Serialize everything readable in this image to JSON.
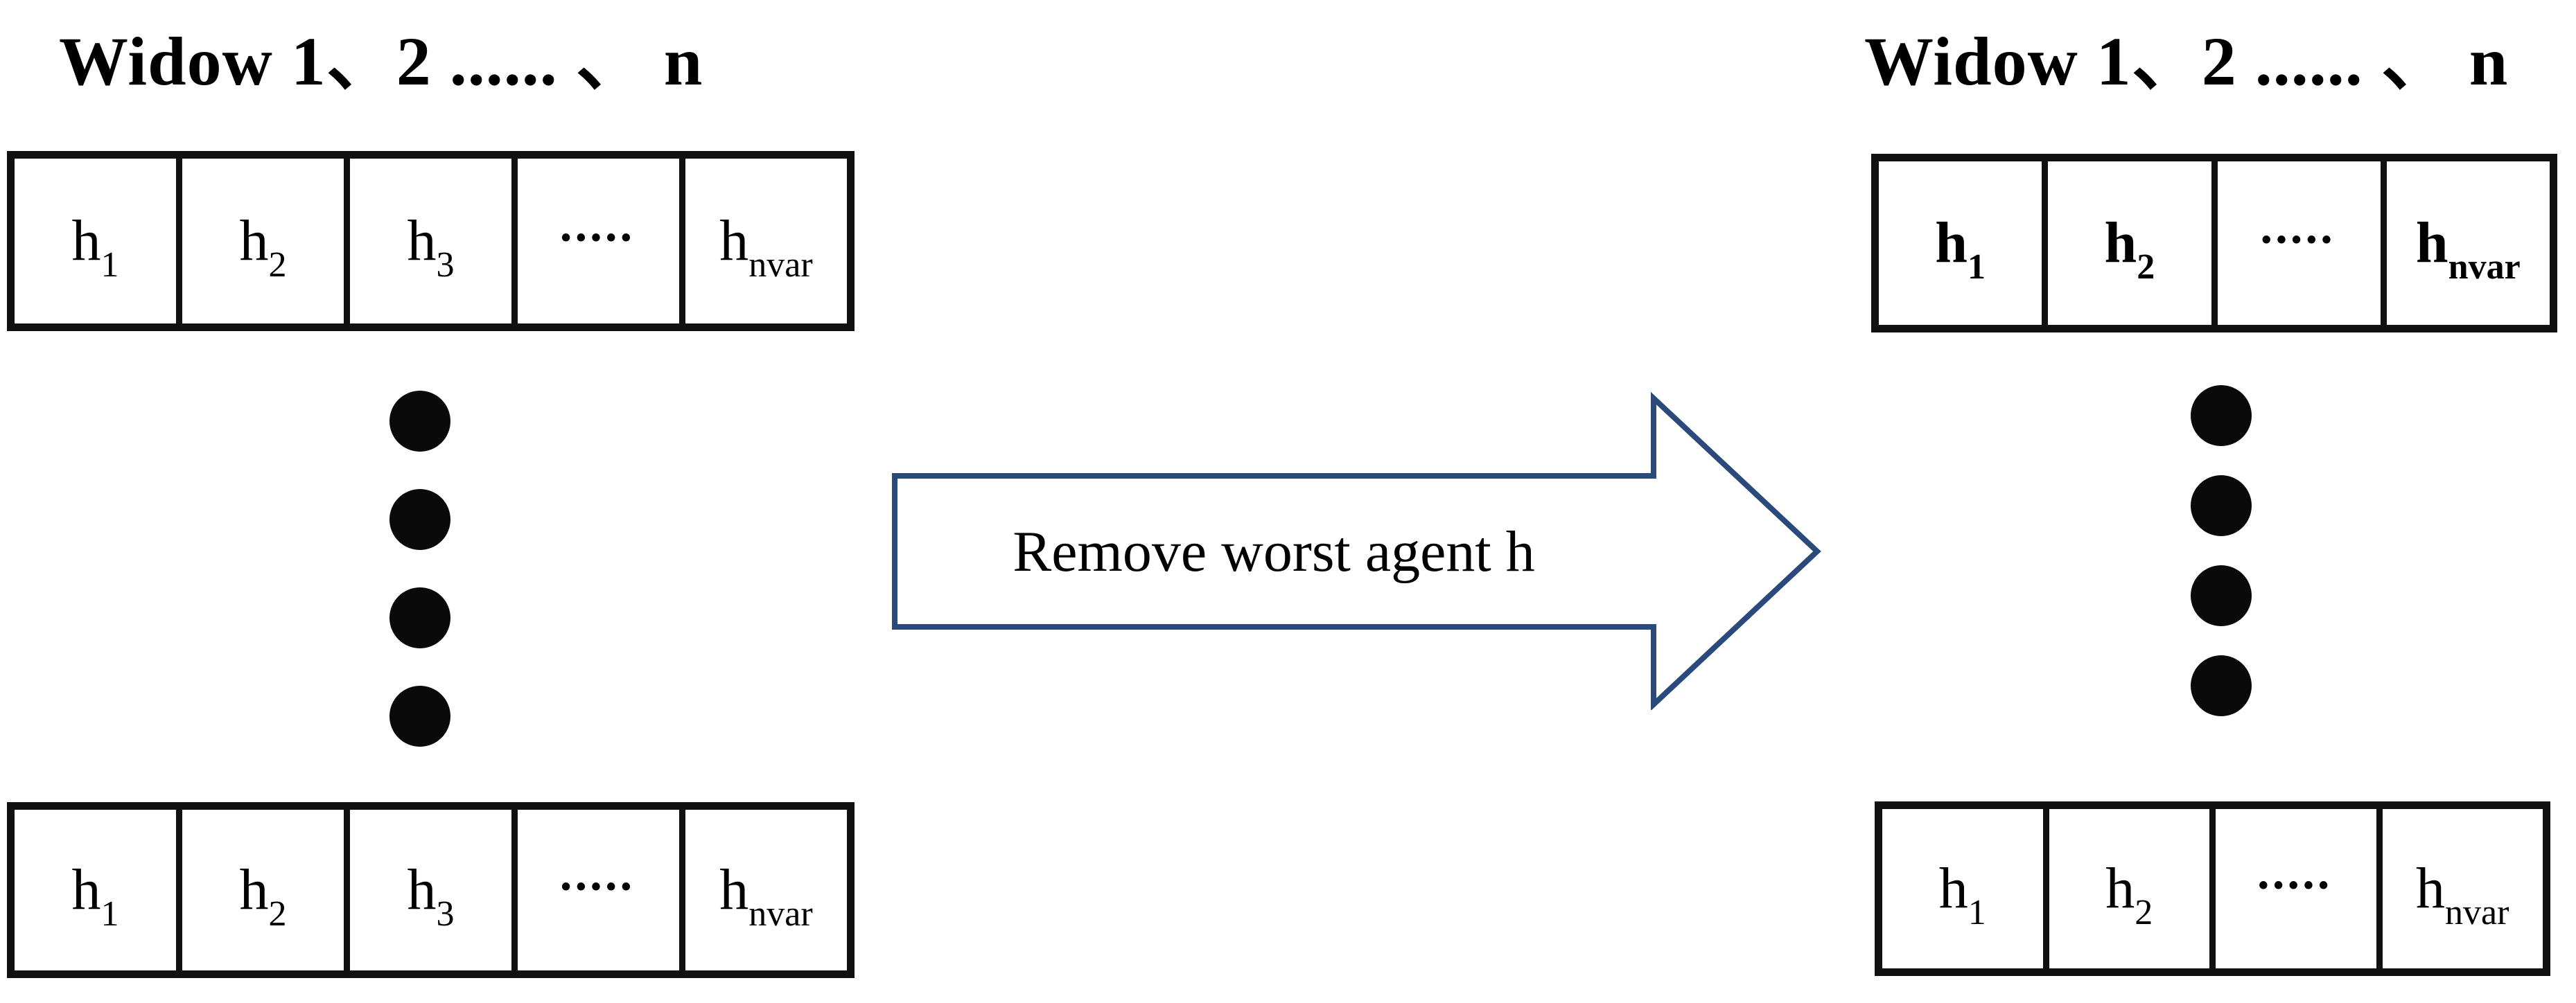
{
  "left": {
    "title": "Widow 1、2 ...... 、 n",
    "top_row": {
      "c1": {
        "base": "h",
        "sub": "1"
      },
      "c2": {
        "base": "h",
        "sub": "2"
      },
      "c3": {
        "base": "h",
        "sub": "3"
      },
      "c4": {
        "dots": "•••••"
      },
      "c5": {
        "base": "h",
        "sub": "nvar"
      }
    },
    "bottom_row": {
      "c1": {
        "base": "h",
        "sub": "1"
      },
      "c2": {
        "base": "h",
        "sub": "2"
      },
      "c3": {
        "base": "h",
        "sub": "3"
      },
      "c4": {
        "dots": "•••••"
      },
      "c5": {
        "base": "h",
        "sub": "nvar"
      }
    }
  },
  "arrow": {
    "label": "Remove worst agent h"
  },
  "right": {
    "title": "Widow 1、2 ...... 、 n",
    "top_row": {
      "c1": {
        "base": "h",
        "sub": "1"
      },
      "c2": {
        "base": "h",
        "sub": "2"
      },
      "c3": {
        "dots": "•••••"
      },
      "c4": {
        "base": "h",
        "sub": "nvar"
      }
    },
    "bottom_row": {
      "c1": {
        "base": "h",
        "sub": "1"
      },
      "c2": {
        "base": "h",
        "sub": "2"
      },
      "c3": {
        "dots": "•••••"
      },
      "c4": {
        "base": "h",
        "sub": "nvar"
      }
    }
  },
  "colors": {
    "border": "#111111",
    "text": "#000000",
    "arrow_outline": "#2a4a7c",
    "dot": "#0a0a0a"
  }
}
